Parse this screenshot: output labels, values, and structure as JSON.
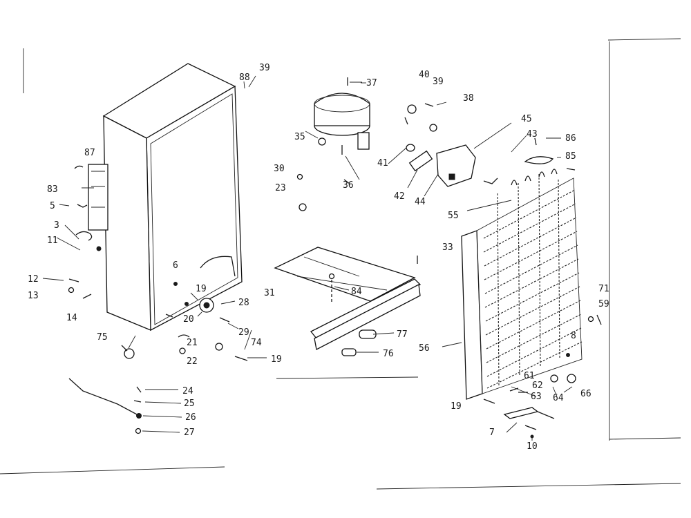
{
  "diagram": {
    "colors": {
      "ink": "#1a1a1a",
      "paper": "#ffffff"
    },
    "labels": {
      "l3": "3",
      "l5": "5",
      "l6": "6",
      "l7": "7",
      "l8": "8",
      "l10": "10",
      "l11": "11",
      "l12": "12",
      "l13": "13",
      "l14": "14",
      "l19a": "19",
      "l19b": "19",
      "l19c": "19",
      "l20": "20",
      "l21": "21",
      "l22": "22",
      "l23": "23",
      "l24": "24",
      "l25": "25",
      "l26": "26",
      "l27": "27",
      "l28": "28",
      "l29": "29",
      "l30": "30",
      "l31": "31",
      "l33": "33",
      "l35": "35",
      "l36": "36",
      "l37": "37",
      "l38": "38",
      "l39a": "39",
      "l39b": "39",
      "l40": "40",
      "l41": "41",
      "l42": "42",
      "l43": "43",
      "l44": "44",
      "l45": "45",
      "l55": "55",
      "l56": "56",
      "l59": "59",
      "l61": "61",
      "l62": "62",
      "l63": "63",
      "l64": "64",
      "l66": "66",
      "l71": "71",
      "l74": "74",
      "l75": "75",
      "l76": "76",
      "l77": "77",
      "l83": "83",
      "l84": "84",
      "l85": "85",
      "l86": "86",
      "l87": "87",
      "l88": "88"
    }
  }
}
